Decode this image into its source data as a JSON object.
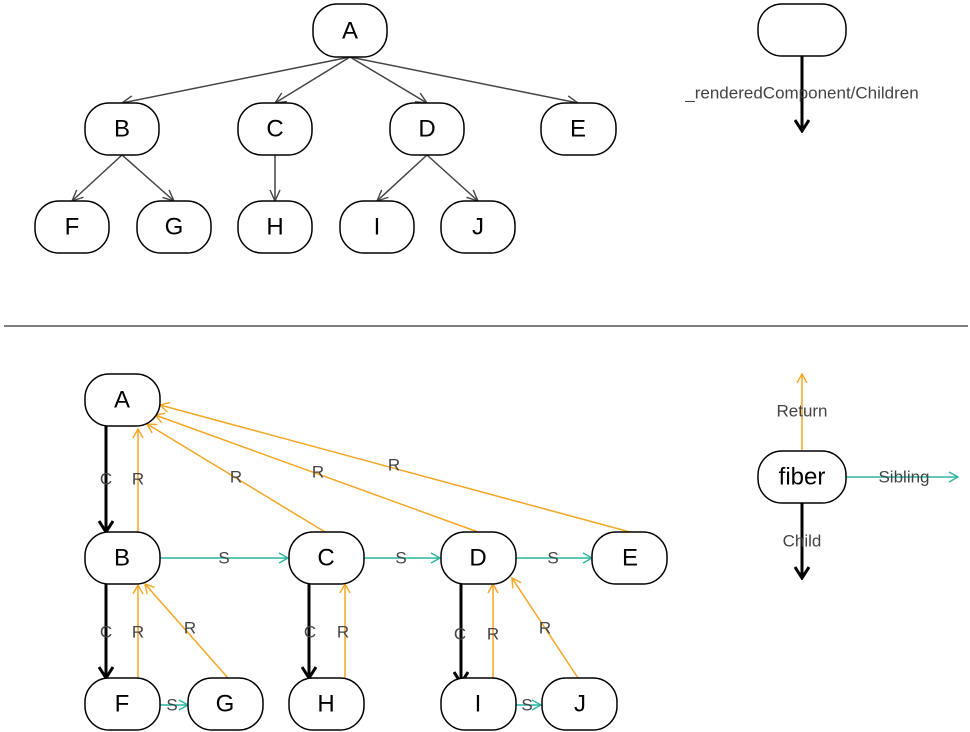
{
  "colors": {
    "tree_edge": "#444444",
    "child_edge": "#000000",
    "return_edge": "#f5a623",
    "sibling_edge": "#2bb5a0",
    "divider": "#555555"
  },
  "top_tree": {
    "nodes": {
      "A": "A",
      "B": "B",
      "C": "C",
      "D": "D",
      "E": "E",
      "F": "F",
      "G": "G",
      "H": "H",
      "I": "I",
      "J": "J"
    },
    "legend": {
      "label": "_renderedComponent/Children"
    }
  },
  "fiber_tree": {
    "nodes": {
      "A": "A",
      "B": "B",
      "C": "C",
      "D": "D",
      "E": "E",
      "F": "F",
      "G": "G",
      "H": "H",
      "I": "I",
      "J": "J"
    },
    "edge_labels": {
      "child": "C",
      "return": "R",
      "sibling": "S"
    },
    "legend": {
      "node": "fiber",
      "return": "Return",
      "sibling": "Sibling",
      "child": "Child"
    }
  }
}
